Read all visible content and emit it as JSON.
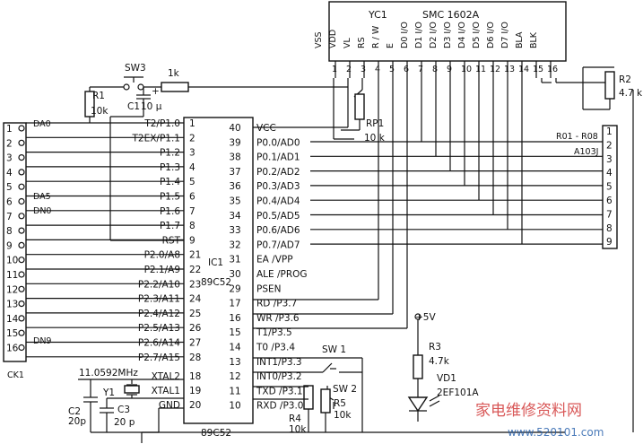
{
  "lcd": {
    "ref": "YC1",
    "model": "SMC 1602A",
    "pins": [
      {
        "n": "1",
        "name": "VSS"
      },
      {
        "n": "2",
        "name": "VDD"
      },
      {
        "n": "3",
        "name": "VL"
      },
      {
        "n": "4",
        "name": "RS"
      },
      {
        "n": "5",
        "name": "R / W"
      },
      {
        "n": "6",
        "name": "E"
      },
      {
        "n": "7",
        "name": "D0 I/O"
      },
      {
        "n": "8",
        "name": "D1 I/O"
      },
      {
        "n": "9",
        "name": "D2 I/O"
      },
      {
        "n": "10",
        "name": "D3 I/O"
      },
      {
        "n": "11",
        "name": "D4 I/O"
      },
      {
        "n": "12",
        "name": "D5 I/O"
      },
      {
        "n": "13",
        "name": "D6 I/O"
      },
      {
        "n": "14",
        "name": "D7 I/O"
      },
      {
        "n": "15",
        "name": "BLA"
      },
      {
        "n": "16",
        "name": "BLK"
      }
    ]
  },
  "mcu": {
    "ref": "IC1",
    "model": "89C52",
    "left_pins": [
      {
        "n": "1",
        "name": "T2/P1.0"
      },
      {
        "n": "2",
        "name": "T2EX/P1.1"
      },
      {
        "n": "3",
        "name": "P1.2"
      },
      {
        "n": "4",
        "name": "P1.3"
      },
      {
        "n": "5",
        "name": "P1.4"
      },
      {
        "n": "6",
        "name": "P1.5"
      },
      {
        "n": "7",
        "name": "P1.6"
      },
      {
        "n": "8",
        "name": "P1.7"
      },
      {
        "n": "9",
        "name": "RST"
      },
      {
        "n": "21",
        "name": "P2.0/A8"
      },
      {
        "n": "22",
        "name": "P2.1/A9"
      },
      {
        "n": "23",
        "name": "P2.2/A10"
      },
      {
        "n": "24",
        "name": "P2.3/A11"
      },
      {
        "n": "25",
        "name": "P2.4/A12"
      },
      {
        "n": "26",
        "name": "P2.5/A13"
      },
      {
        "n": "27",
        "name": "P2.6/A14"
      },
      {
        "n": "28",
        "name": "P2.7/A15"
      },
      {
        "n": "18",
        "name": "XTAL2"
      },
      {
        "n": "19",
        "name": "XTAL1"
      },
      {
        "n": "20",
        "name": "GND"
      }
    ],
    "right_pins": [
      {
        "n": "40",
        "name": "VCC"
      },
      {
        "n": "39",
        "name": "P0.0/AD0"
      },
      {
        "n": "38",
        "name": "P0.1/AD1"
      },
      {
        "n": "37",
        "name": "P0.2/AD2"
      },
      {
        "n": "36",
        "name": "P0.3/AD3"
      },
      {
        "n": "35",
        "name": "P0.4/AD4"
      },
      {
        "n": "34",
        "name": "P0.5/AD5"
      },
      {
        "n": "33",
        "name": "P0.6/AD6"
      },
      {
        "n": "32",
        "name": "P0.7/AD7"
      },
      {
        "n": "31",
        "name": "EA /VPP"
      },
      {
        "n": "30",
        "name": "ALE /PROG"
      },
      {
        "n": "29",
        "name": "PSEN"
      },
      {
        "n": "17",
        "name": "RD /P3.7"
      },
      {
        "n": "16",
        "name": "WR /P3.6"
      },
      {
        "n": "15",
        "name": "T1/P3.5"
      },
      {
        "n": "14",
        "name": "T0 /P3.4"
      },
      {
        "n": "13",
        "name": "INT1/P3.3"
      },
      {
        "n": "12",
        "name": "INT0/P3.2"
      },
      {
        "n": "11",
        "name": "TXD /P3.1"
      },
      {
        "n": "10",
        "name": "RXD /P3.0"
      }
    ]
  },
  "connector": {
    "left_pins": [
      "1",
      "2",
      "3",
      "4",
      "5",
      "6",
      "7",
      "8",
      "9",
      "10",
      "11",
      "12",
      "13",
      "14",
      "15",
      "16"
    ],
    "left_labels": {
      "da0": "DA0",
      "da5": "DA5",
      "dn0": "DN0",
      "dn9": "DN9",
      "ck1": "CK1"
    },
    "right_pins": [
      "1",
      "2",
      "3",
      "4",
      "5",
      "6",
      "7",
      "8",
      "9"
    ]
  },
  "components": {
    "sw3": "SW3",
    "r_1k": "1k",
    "r1": "R1",
    "r1_val": "10k",
    "c1": "C1",
    "c1_val": "10 μ",
    "c1_plus": "+",
    "rp1": "RP1",
    "rp1_val": "10 k",
    "r2": "R2",
    "r2_val": "4.7 k",
    "rnet": "R01 - R08",
    "rnet_val": "A103J",
    "crystal": "11.0592MHz",
    "y1": "Y1",
    "c2": "C2",
    "c2_val": "20p",
    "c3": "C3",
    "c3_val": "20 p",
    "sw1": "SW 1",
    "sw2": "SW 2",
    "r4": "R4",
    "r4_val": "10k",
    "r5": "R5",
    "r5_val": "10k",
    "vcc": "+5V",
    "r3": "R3",
    "r3_val": "4.7k",
    "vd1": "VD1",
    "vd1_val": "2EF101A"
  },
  "watermark": {
    "cn": "家电维修资料网",
    "url": "www.520101.com"
  }
}
